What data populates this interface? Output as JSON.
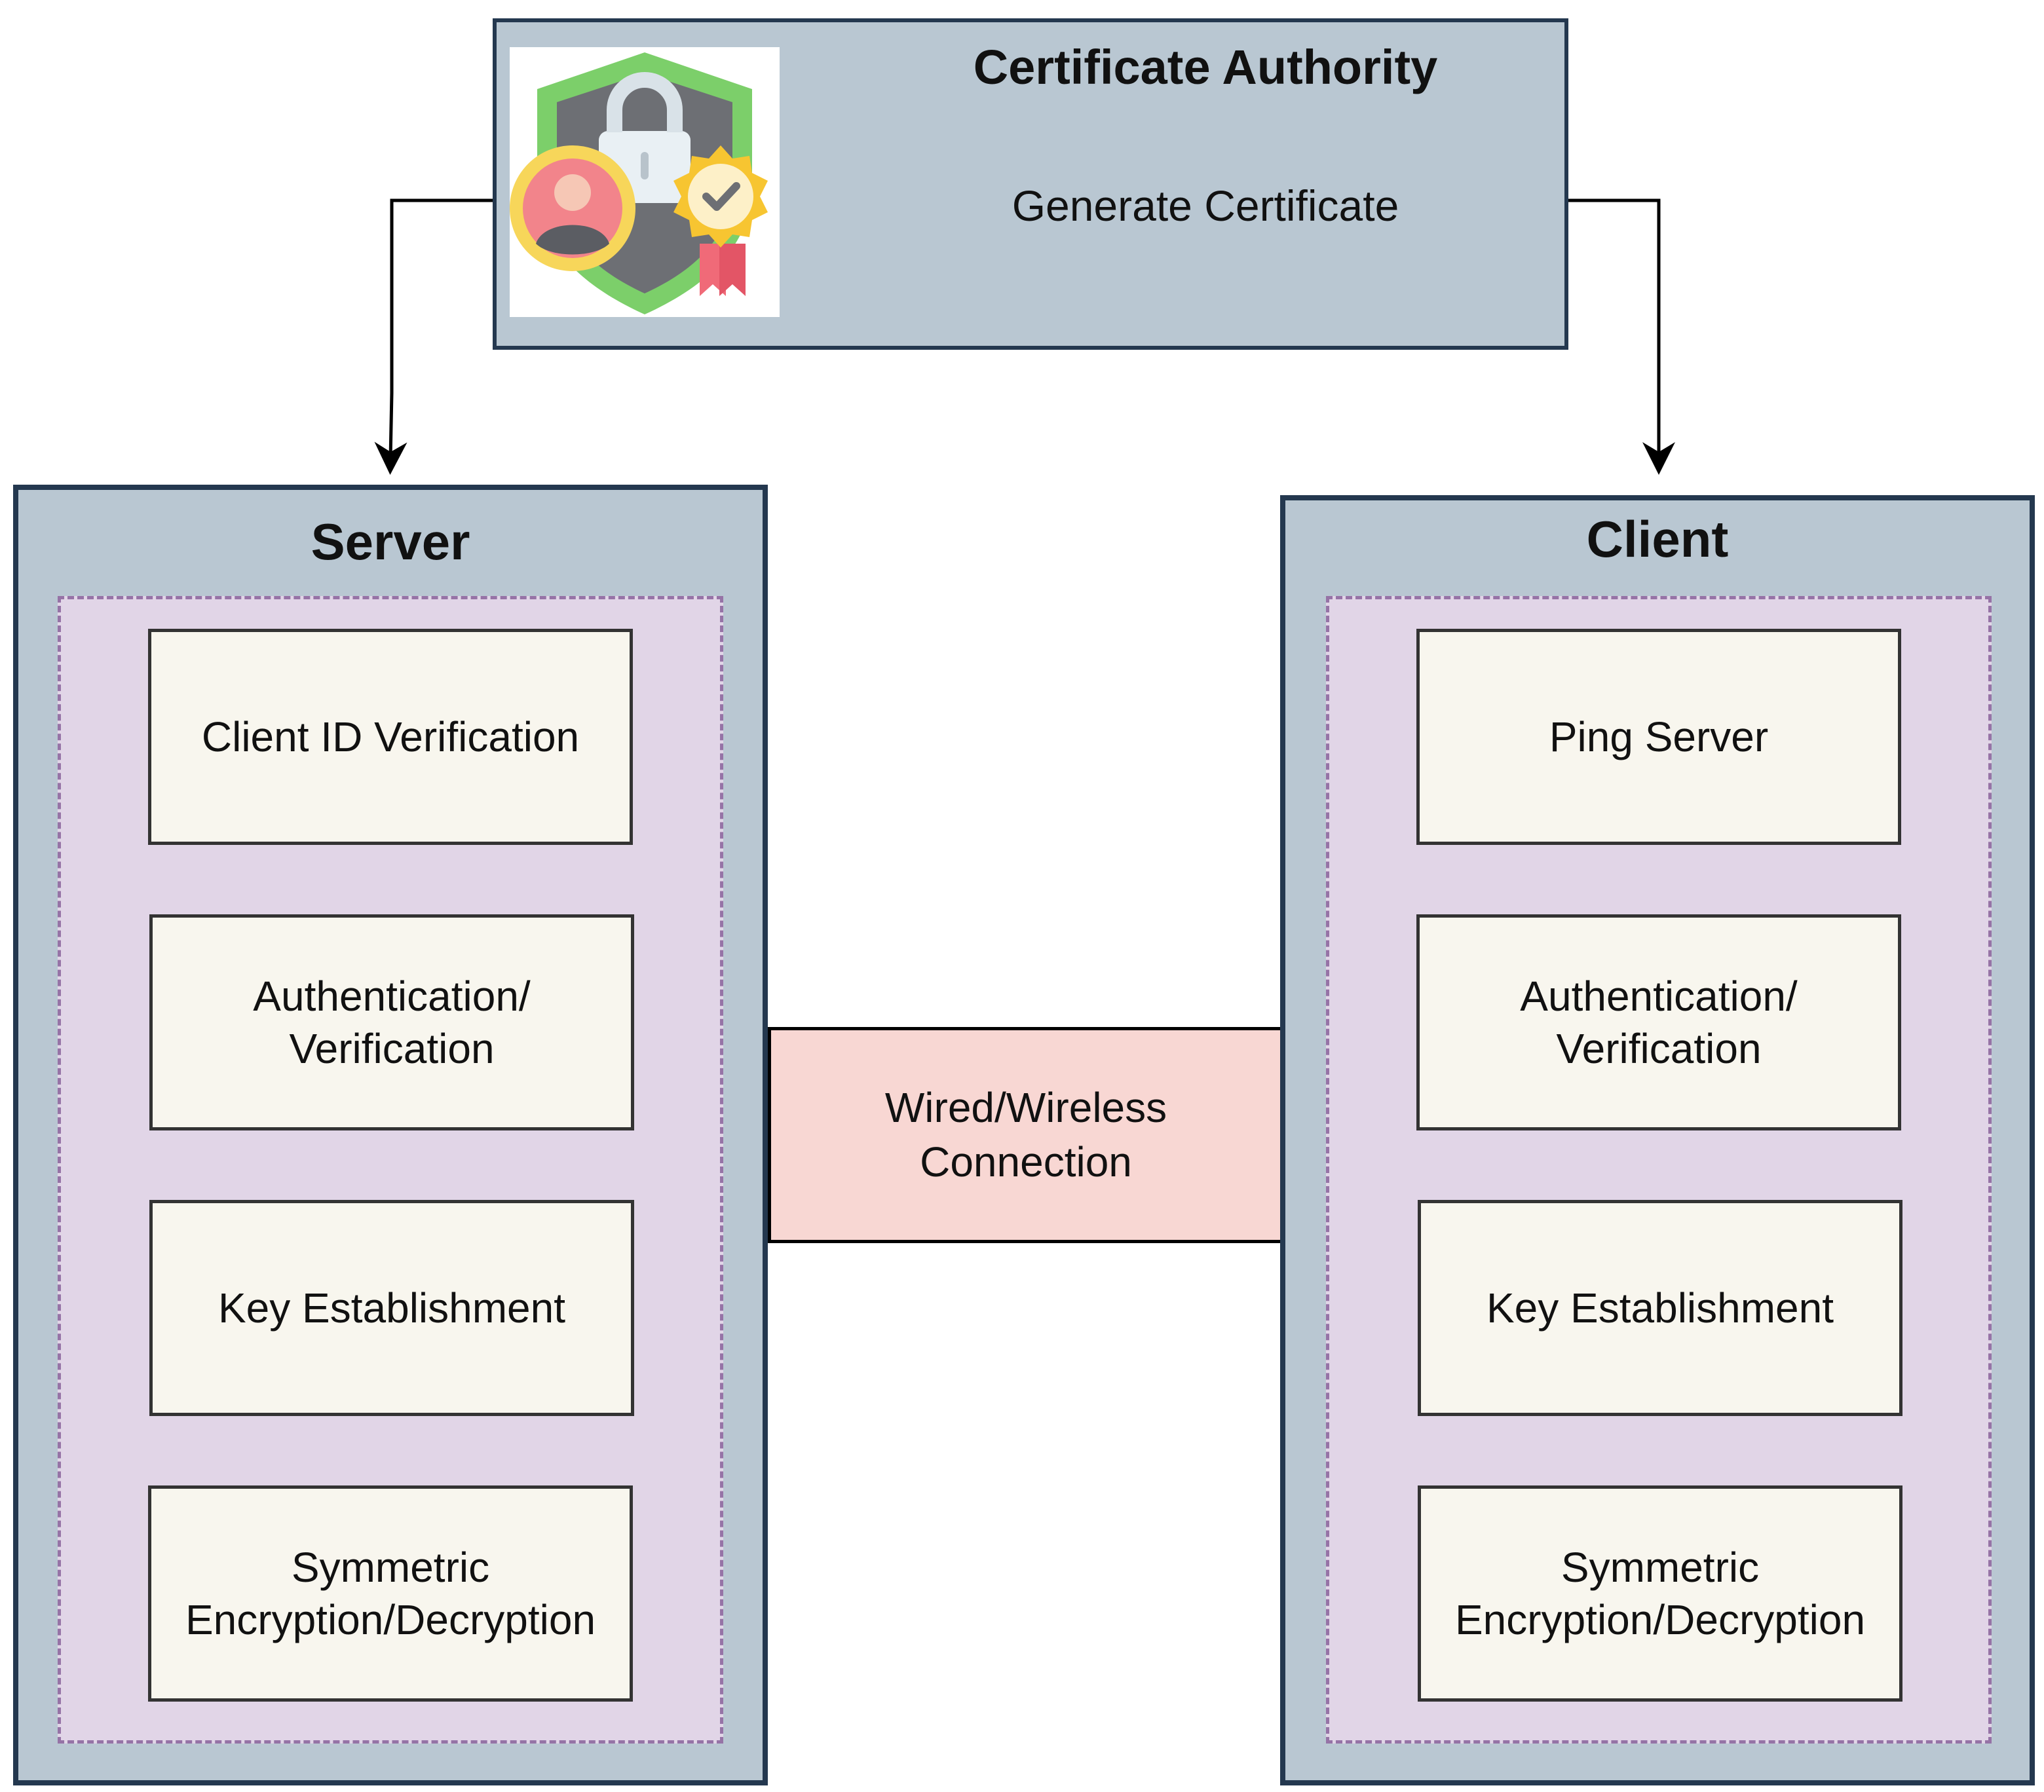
{
  "certificate_authority": {
    "title": "Certificate Authority",
    "subtitle": "Generate Certificate",
    "icon": "security-certificate-icon"
  },
  "server": {
    "title": "Server",
    "items": [
      "Client ID Verification",
      "Authentication/\nVerification",
      "Key Establishment",
      "Symmetric\nEncryption/Decryption"
    ]
  },
  "client": {
    "title": "Client",
    "items": [
      "Ping Server",
      "Authentication/\nVerification",
      "Key Establishment",
      "Symmetric\nEncryption/Decryption"
    ]
  },
  "connection": {
    "label": "Wired/Wireless\nConnection"
  },
  "colors": {
    "panel_fill": "#b9c7d2",
    "panel_border": "#24384f",
    "group_fill": "#e1d5e7",
    "group_border": "#9673a6",
    "card_fill": "#f8f6ee",
    "connection_fill": "#f8d7d3"
  }
}
